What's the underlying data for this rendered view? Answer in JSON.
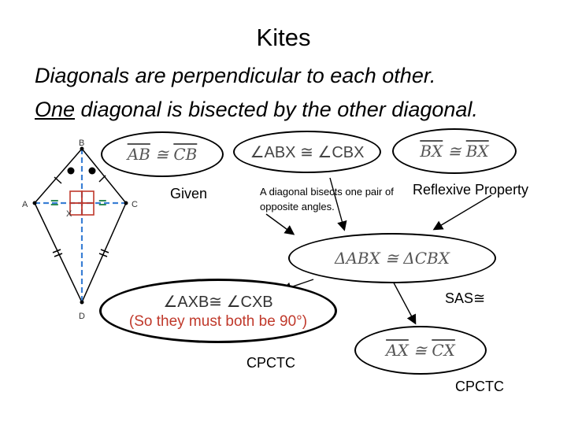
{
  "title": "Kites",
  "statements": {
    "line1": "Diagonals are perpendicular to each other.",
    "line2_underlined": "One",
    "line2_rest": " diagonal is bisected by the other diagonal."
  },
  "kite": {
    "labels": {
      "B": "B",
      "A": "A",
      "C": "C",
      "D": "D",
      "X": "X"
    },
    "congruence_marks": {
      "left": "=",
      "right": "="
    }
  },
  "proof": {
    "ab_cb": {
      "seg1": "AB",
      "sym": " ≅ ",
      "seg2": "CB"
    },
    "angles_abx": "∠ABX ≅ ∠CBX",
    "bx_bx": {
      "seg1": "BX",
      "sym": " ≅ ",
      "seg2": "BX"
    },
    "triangles": "ΔABX ≅ ΔCBX",
    "axb_cxb": "∠AXB≅ ∠CXB",
    "ninety": "(So they must both be 90°)",
    "ax_cx": {
      "seg1": "AX",
      "sym": " ≅ ",
      "seg2": "CX"
    }
  },
  "reasons": {
    "given": "Given",
    "bisects": "A diagonal bisects one pair of opposite angles.",
    "reflexive": "Reflexive Property",
    "sas": "SAS≅",
    "cpctc1": "CPCTC",
    "cpctc2": "CPCTC"
  },
  "colors": {
    "diagonal": "#3a7fd5",
    "right_angle": "#c0392b",
    "red_text": "#c0392b",
    "mark_green": "#2e8b57"
  }
}
